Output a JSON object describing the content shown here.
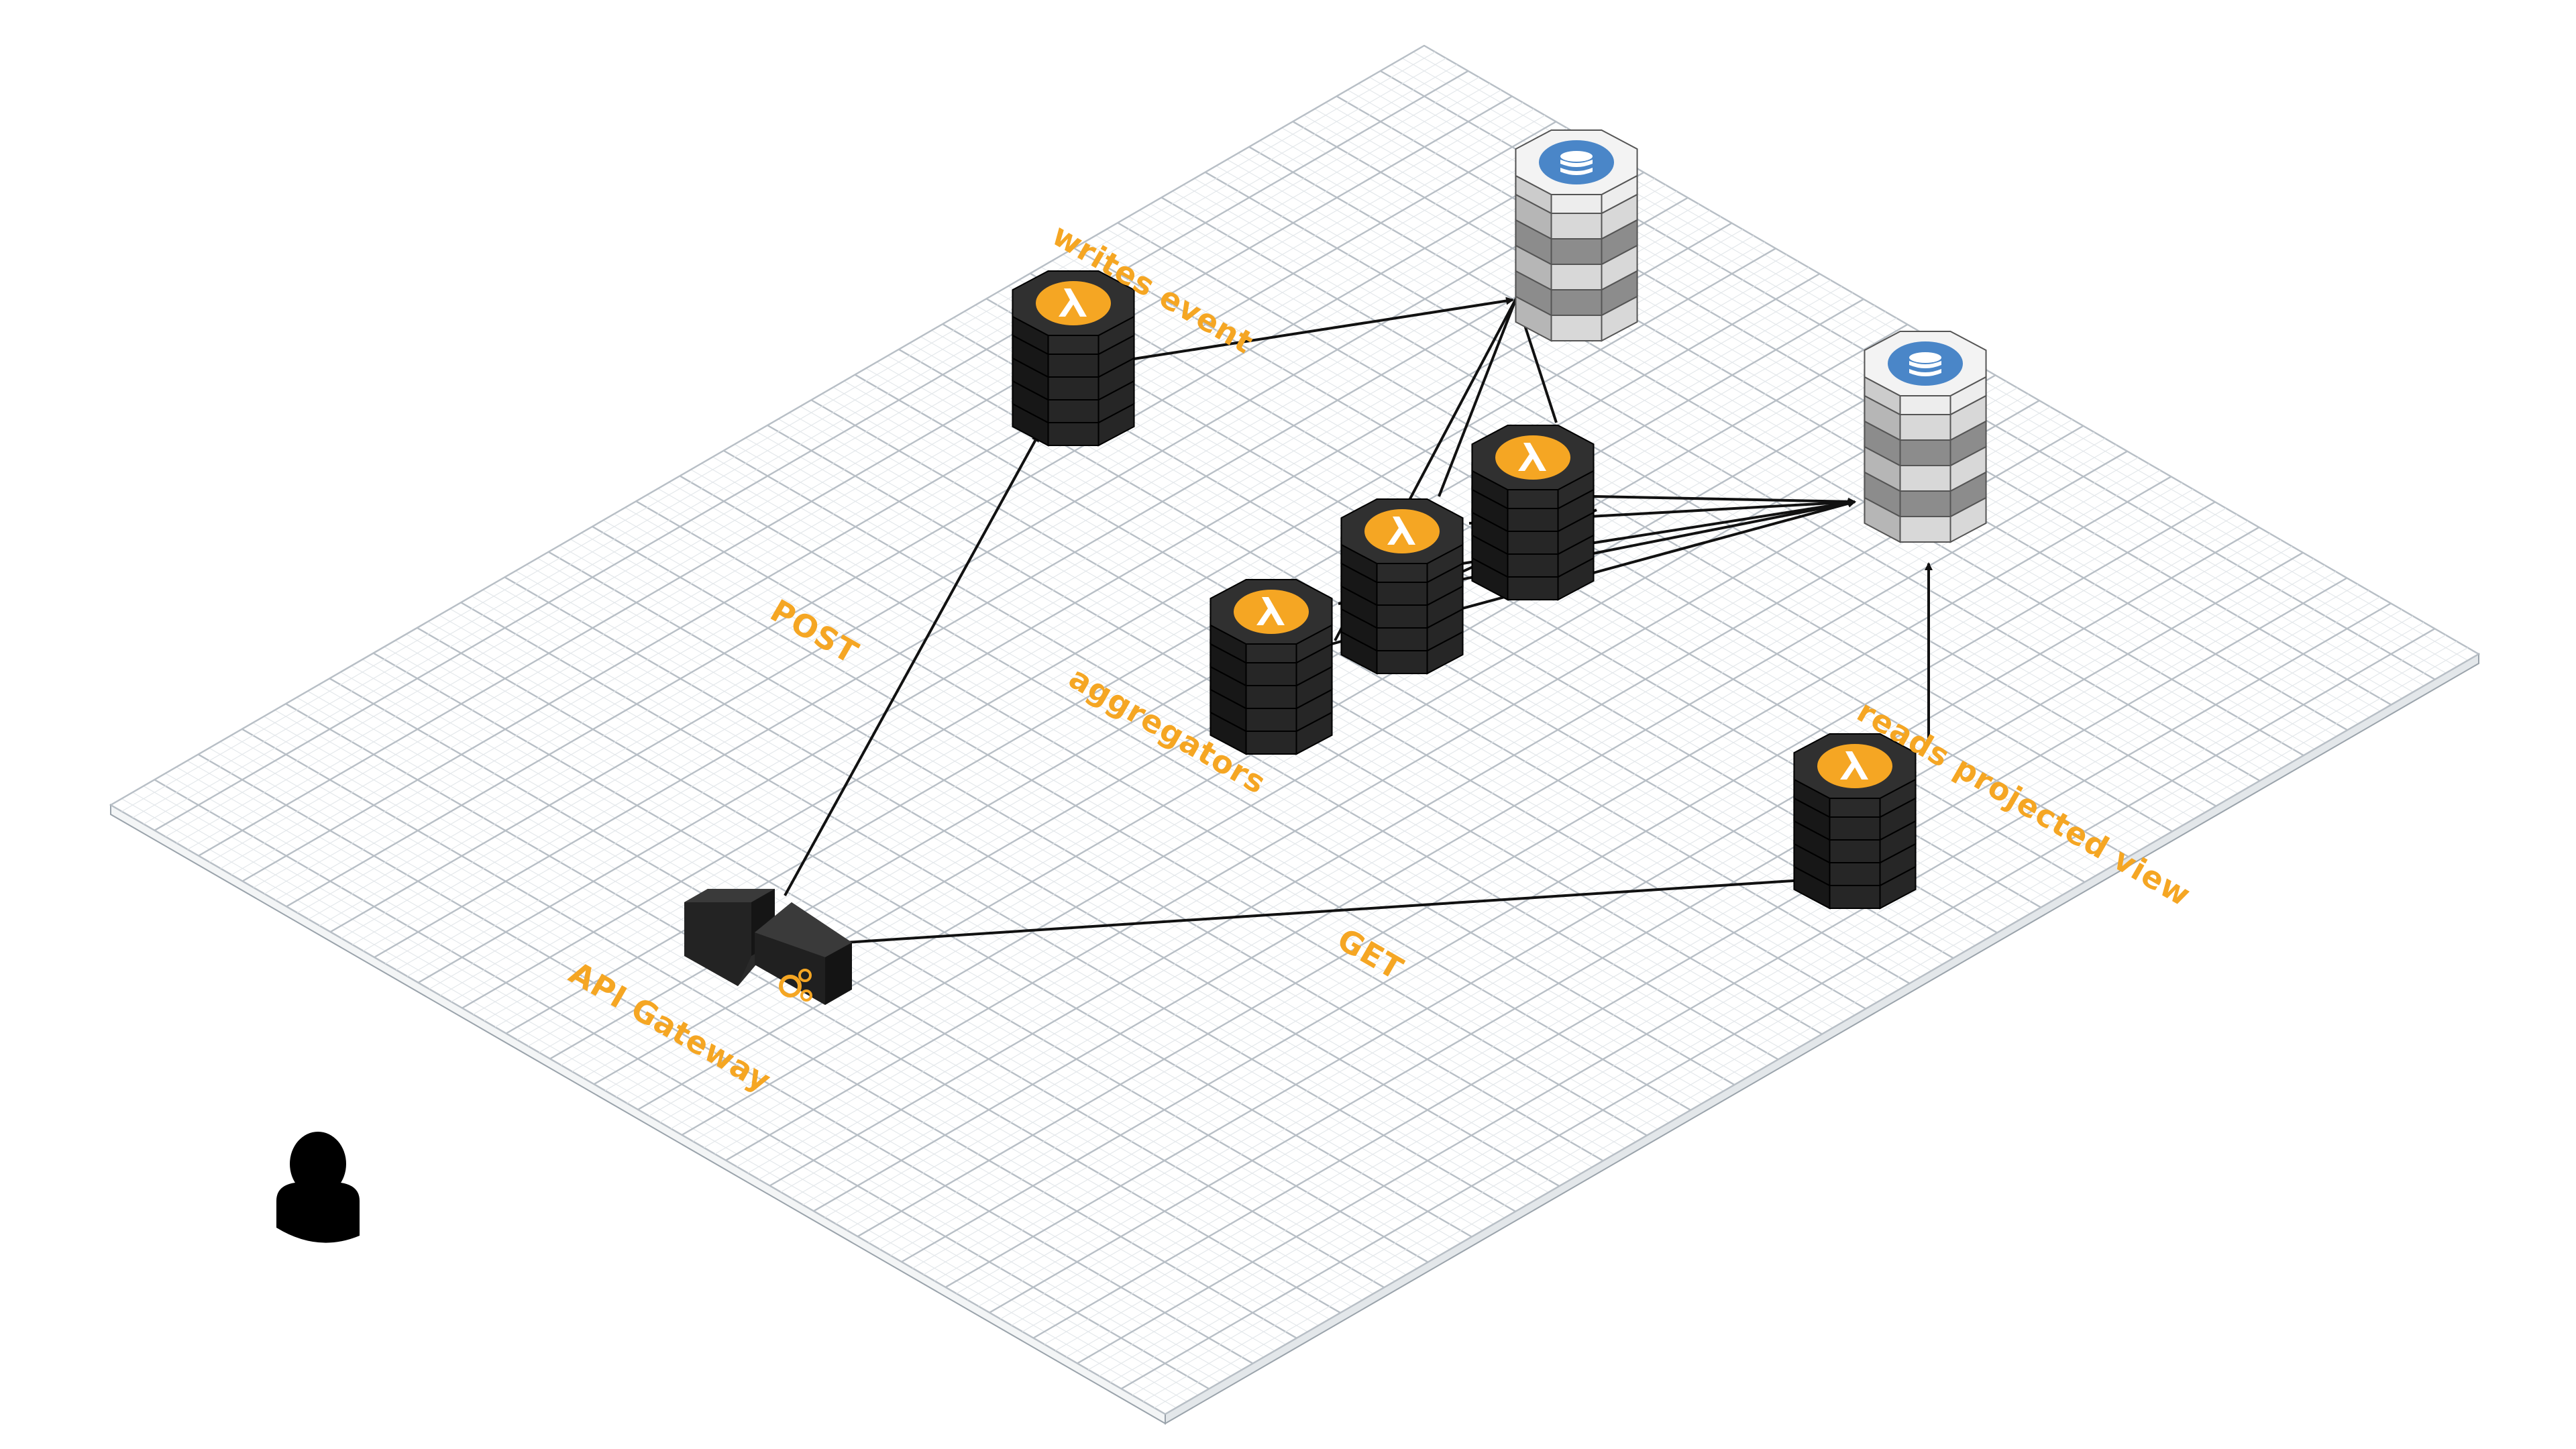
{
  "colors": {
    "label": "#f5a623",
    "lambda_icon": "#f5a623",
    "dynamo_icon": "#4a86c8",
    "node_dark": "#2a2a2a",
    "node_light": "#dcdcdc",
    "platform": "#ffffff",
    "grid_major": "#b8bfc6",
    "grid_minor": "#e4e8eb",
    "edge": "#111111"
  },
  "labels": {
    "writes_event": "writes event",
    "post": "POST",
    "aggregators": "aggregators",
    "reads_projected_view": "reads projected view",
    "get": "GET",
    "api_gateway": "API Gateway"
  },
  "nodes": [
    {
      "id": "user",
      "kind": "user",
      "icon": "user-icon"
    },
    {
      "id": "api-gateway",
      "kind": "api-gateway",
      "icon": "gear-icon"
    },
    {
      "id": "lambda-writer",
      "kind": "lambda",
      "icon": "lambda-icon"
    },
    {
      "id": "lambda-agg-1",
      "kind": "lambda",
      "icon": "lambda-icon"
    },
    {
      "id": "lambda-agg-2",
      "kind": "lambda",
      "icon": "lambda-icon"
    },
    {
      "id": "lambda-agg-3",
      "kind": "lambda",
      "icon": "lambda-icon"
    },
    {
      "id": "lambda-reader",
      "kind": "lambda",
      "icon": "lambda-icon"
    },
    {
      "id": "dynamodb-events",
      "kind": "dynamodb",
      "icon": "dynamodb-icon"
    },
    {
      "id": "dynamodb-views",
      "kind": "dynamodb",
      "icon": "dynamodb-icon"
    }
  ],
  "edges": [
    {
      "from": "api-gateway",
      "to": "lambda-writer",
      "label": "POST"
    },
    {
      "from": "api-gateway",
      "to": "lambda-reader",
      "label": "GET"
    },
    {
      "from": "lambda-writer",
      "to": "dynamodb-events",
      "label": "writes event"
    },
    {
      "from": "dynamodb-events",
      "to": "lambda-agg-1",
      "label": ""
    },
    {
      "from": "dynamodb-events",
      "to": "lambda-agg-2",
      "label": ""
    },
    {
      "from": "dynamodb-events",
      "to": "lambda-agg-3",
      "label": ""
    },
    {
      "from": "lambda-agg-1",
      "to": "dynamodb-views",
      "label": ""
    },
    {
      "from": "lambda-agg-2",
      "to": "dynamodb-views",
      "label": ""
    },
    {
      "from": "lambda-agg-3",
      "to": "dynamodb-views",
      "label": ""
    },
    {
      "from": "lambda-reader",
      "to": "dynamodb-views",
      "label": "reads projected view"
    }
  ]
}
